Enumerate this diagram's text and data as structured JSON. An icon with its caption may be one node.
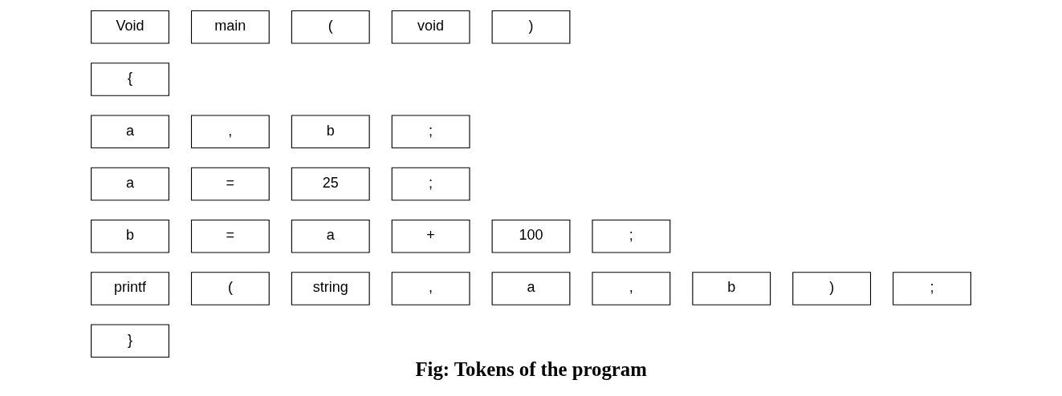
{
  "diagram": {
    "caption": "Fig: Tokens of the program",
    "nodes": [
      {
        "text": [
          "Void"
        ]
      },
      {
        "text": [
          "main"
        ]
      },
      {
        "text": [
          "("
        ]
      },
      {
        "text": [
          "void"
        ]
      },
      {
        "text": [
          ")"
        ]
      },
      {
        "text": [
          "{"
        ]
      },
      {
        "text": [
          "a"
        ]
      },
      {
        "text": [
          ","
        ]
      },
      {
        "text": [
          "b"
        ]
      },
      {
        "text": [
          ";"
        ]
      },
      {
        "text": [
          "a"
        ]
      },
      {
        "text": [
          "="
        ]
      },
      {
        "text": [
          "25"
        ]
      },
      {
        "text": [
          ";"
        ]
      },
      {
        "text": [
          "b"
        ]
      },
      {
        "text": [
          "="
        ]
      },
      {
        "text": [
          "a"
        ]
      },
      {
        "text": [
          "+"
        ]
      },
      {
        "text": [
          "100"
        ]
      },
      {
        "text": [
          ";"
        ]
      },
      {
        "text": [
          "printf"
        ]
      },
      {
        "text": [
          "("
        ]
      },
      {
        "text": [
          "string"
        ]
      },
      {
        "text": [
          ","
        ]
      },
      {
        "text": [
          "a"
        ]
      },
      {
        "text": [
          ","
        ]
      },
      {
        "text": [
          "b"
        ]
      },
      {
        "text": [
          ")"
        ]
      },
      {
        "text": [
          ";"
        ]
      },
      {
        "text": [
          "}"
        ]
      }
    ]
  }
}
